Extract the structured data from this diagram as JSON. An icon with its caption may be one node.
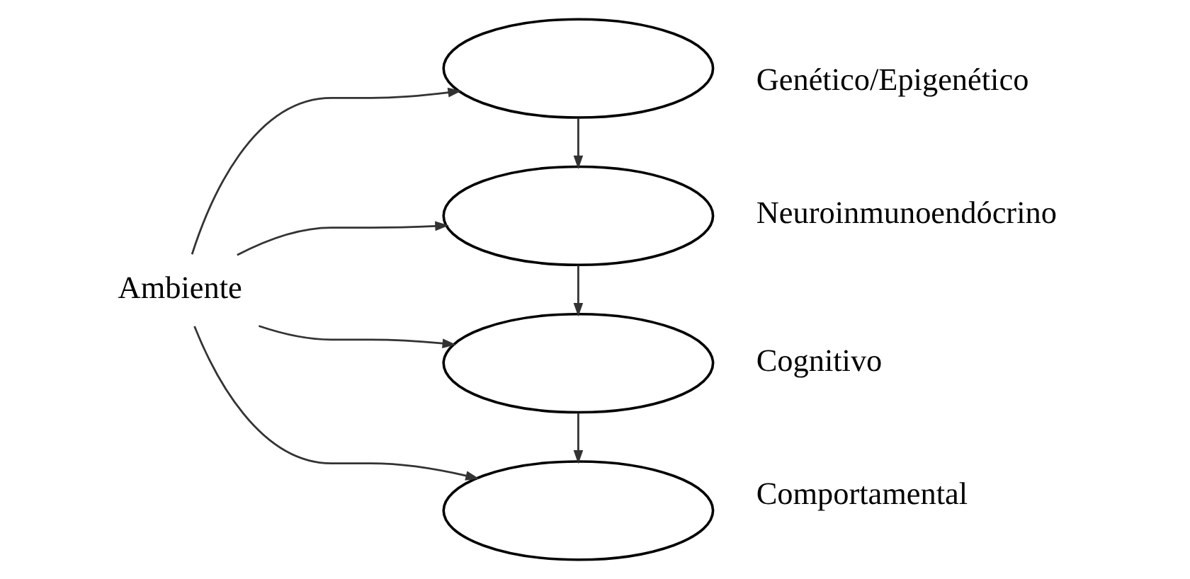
{
  "diagram": {
    "nodes": [
      {
        "text": [
          "Ambiente"
        ]
      },
      {
        "text": [],
        "shape": "ellipse",
        "beside": [
          "Genético/Epigenético"
        ]
      },
      {
        "text": [],
        "shape": "ellipse",
        "beside": [
          "Neuroinmunoendócrino"
        ]
      },
      {
        "text": [],
        "shape": "ellipse",
        "beside": [
          "Cognitivo"
        ]
      },
      {
        "text": [],
        "shape": "ellipse",
        "beside": [
          "Comportamental"
        ]
      }
    ],
    "edges": [
      {
        "from": 0,
        "to": 1,
        "arrow": "to"
      },
      {
        "from": 0,
        "to": 2,
        "arrow": "to"
      },
      {
        "from": 0,
        "to": 3,
        "arrow": "to"
      },
      {
        "from": 0,
        "to": 4,
        "arrow": "to"
      },
      {
        "from": 1,
        "to": 2,
        "arrow": "to"
      },
      {
        "from": 2,
        "to": 3,
        "arrow": "to"
      },
      {
        "from": 3,
        "to": 4,
        "arrow": "to"
      }
    ]
  }
}
